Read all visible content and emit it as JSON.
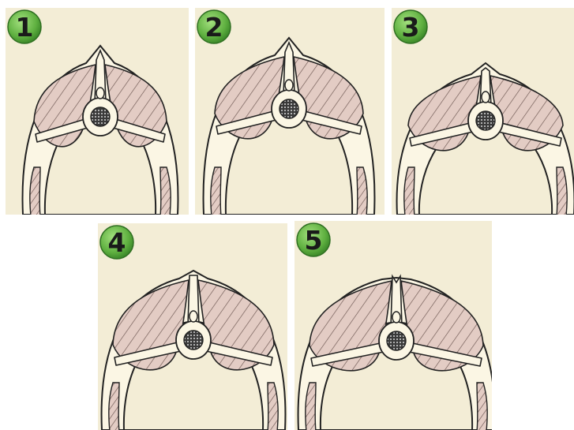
{
  "colors": {
    "panel_background": "#f3edd6",
    "bone_fill": "#fbf6e4",
    "muscle_fill": "#e3ccc4",
    "outline": "#222222",
    "badge_green": "#6abf4b"
  },
  "panels": [
    {
      "label": "1"
    },
    {
      "label": "2"
    },
    {
      "label": "3"
    },
    {
      "label": "4"
    },
    {
      "label": "5"
    }
  ]
}
